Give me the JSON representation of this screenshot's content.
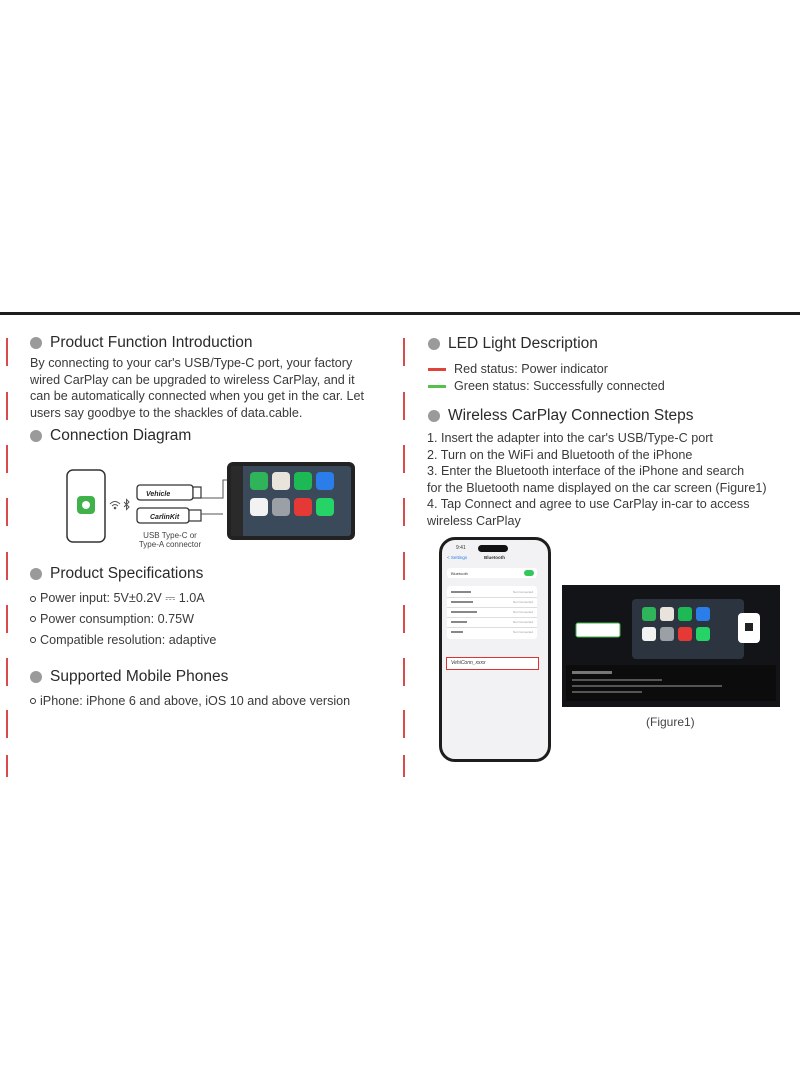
{
  "colors": {
    "accent_red": "#d94a4a",
    "led_red": "#e0433a",
    "led_green": "#57c04a",
    "bullet_gray": "#9a9a9a"
  },
  "left": {
    "intro": {
      "title": "Product Function Introduction",
      "lines": [
        "By connecting to your car's USB/Type-C port, your factory",
        "wired CarPlay can be upgraded to wireless CarPlay, and it",
        "can be automatically connected when you get in the car. Let",
        "users say goodbye to the shackles of data.cable."
      ]
    },
    "diagram": {
      "title": "Connection Diagram",
      "dongle1_label": "Vehicle",
      "dongle2_label": "CarlinKit",
      "connector_lines": [
        "USB Type-C or",
        "Type-A connector"
      ]
    },
    "specs": {
      "title": "Product Specifications",
      "items": [
        "Power input: 5V±0.2V ⎓ 1.0A",
        "Power consumption: 0.75W",
        "Compatible resolution: adaptive"
      ]
    },
    "phones": {
      "title": "Supported Mobile Phones",
      "items": [
        "iPhone: iPhone 6 and above, iOS 10 and above version"
      ]
    }
  },
  "right": {
    "led": {
      "title": "LED Light Description",
      "items": [
        {
          "color": "red",
          "text": "Red status: Power indicator"
        },
        {
          "color": "green",
          "text": "Green status: Successfully connected"
        }
      ]
    },
    "steps": {
      "title": "Wireless CarPlay Connection Steps",
      "lines": [
        "1. Insert the adapter into the car's USB/Type-C port",
        "2. Turn on the WiFi and Bluetooth of the iPhone",
        "3. Enter the Bluetooth interface of the iPhone and search",
        "for the Bluetooth name displayed on the car screen (Figure1)",
        "4. Tap Connect and agree to use CarPlay in-car to access",
        "wireless CarPlay"
      ]
    },
    "phone_screen": {
      "time": "9:41",
      "back": "< Settings",
      "title": "Bluetooth",
      "toggle_label": "Bluetooth",
      "devices": [
        "Not Connected",
        "Not Connected",
        "Not Connected",
        "Not Connected",
        "Not Connected"
      ],
      "highlight": "VehiConn_xxxx"
    },
    "figure_caption": "(Figure1)"
  }
}
